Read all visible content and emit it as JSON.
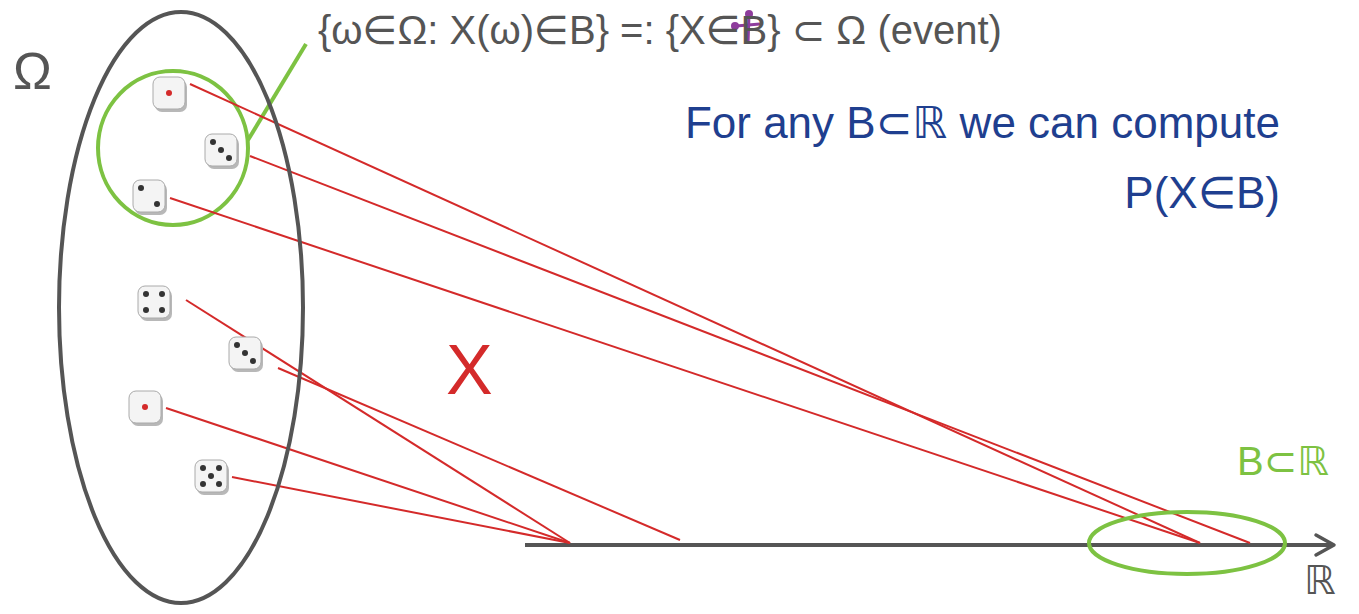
{
  "diagram": {
    "nodes": [
      {
        "text": [
          "Ω"
        ]
      },
      {
        "text": [
          "B⊂ℝ"
        ]
      }
    ],
    "labels": [
      "{ω∈Ω: X(ω)∈B} =: {X∈B} ⊂ Ω (event)",
      "For any B⊂ℝ we can compute P(X∈B)",
      "X",
      "ℝ"
    ]
  }
}
